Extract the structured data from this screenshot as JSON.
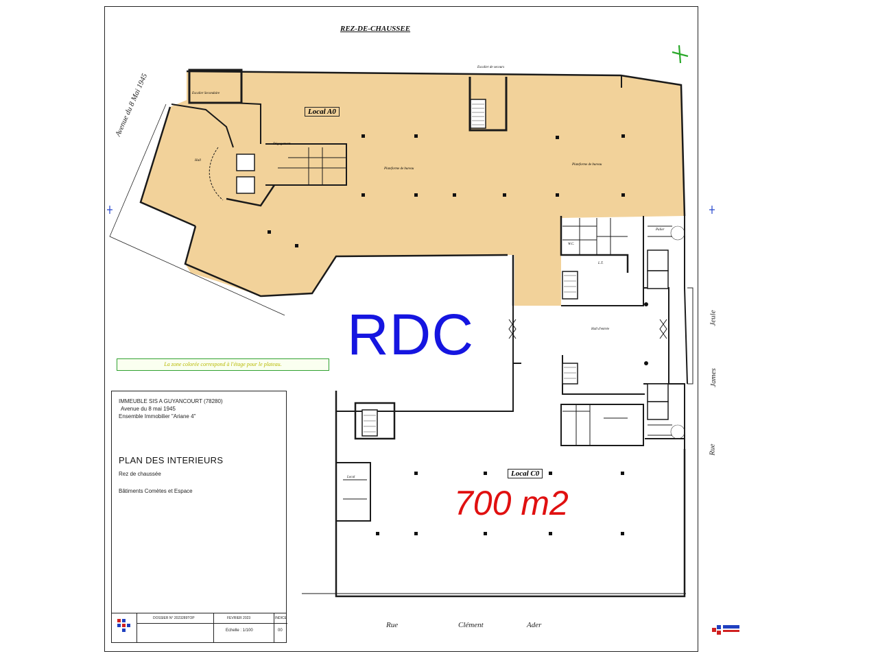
{
  "plan": {
    "title": "REZ-DE-CHAUSSEE",
    "level_label": "RDC",
    "area_label": "700 m2",
    "notice": "La zone colorée correspond à l'étage pour le plateau.",
    "local_a0": "Local A0",
    "local_c0": "Local C0",
    "streets": {
      "avenue": "Avenue du 8 Mai 1945",
      "rue_jules": "Jeule",
      "rue_james": "James",
      "rue_rue": "Rue",
      "bottom_1": "Rue",
      "bottom_2": "Clément",
      "bottom_3": "Ader"
    },
    "room_labels": {
      "escalier_secondaire": "Escalier Secondaire",
      "escalier_secours": "Escalier de secours",
      "hall": "Hall",
      "degagement": "Dégagement",
      "plateforme_1": "Plateforme de bureau",
      "plateforme_2": "Plateforme de bureau",
      "hall_entree": "Hall d'entrée",
      "palier": "Palier",
      "local": "Local",
      "wc": "W.C.",
      "lt": "L.T."
    },
    "colors": {
      "highlight": "#f2d29a",
      "wall": "#1a1a1a",
      "rdc": "#1515e0",
      "area": "#e01010"
    }
  },
  "cartouche": {
    "line1": "IMMEUBLE SIS A GUYANCOURT (78280)",
    "line2": "Avenue du 8 mai 1945",
    "line3": "Ensemble Immobilier \"Ariane 4\"",
    "heading": "PLAN DES INTERIEURS",
    "sub1": "Rez de chaussée",
    "sub2": "Bâtiments Comètes et Espace",
    "dossier": "DOSSIER N° 2023289TOP",
    "date": "FEVRIER 2023",
    "indice": "INDICE",
    "echelle": "Echelle : 1/100",
    "indice_val": "00"
  }
}
